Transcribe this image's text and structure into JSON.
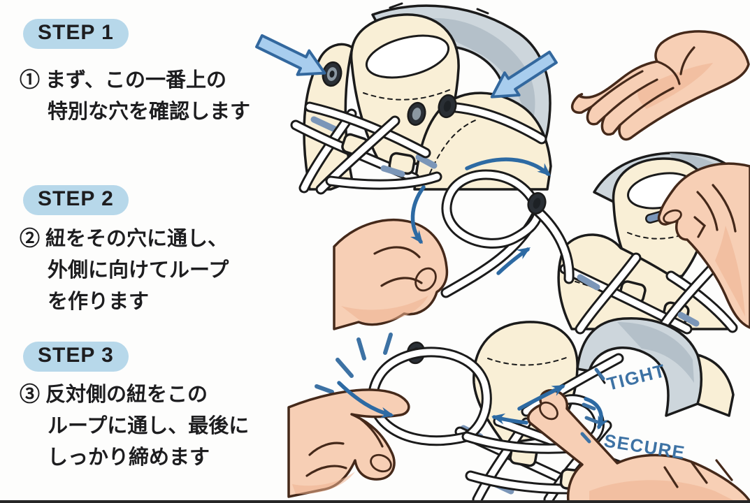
{
  "steps": [
    {
      "badge": "STEP 1",
      "lines": [
        "① まず、この一番上の",
        "特別な穴を確認します"
      ]
    },
    {
      "badge": "STEP 2",
      "lines": [
        "② 紐をその穴に通し、",
        "外側に向けてループ",
        "を作ります"
      ]
    },
    {
      "badge": "STEP 3",
      "lines": [
        "③ 反対側の紐をこの",
        "ループに通し、最後に",
        "しっかり締めます"
      ]
    }
  ],
  "labels": {
    "tight": "TIGHT",
    "secure": "SECURE"
  },
  "colors": {
    "bg": "#fdfdfc",
    "badge_bg": "#b7d8ea",
    "ink": "#1d1d1f",
    "arrow_fill": "#a8cdee",
    "arrow_stroke": "#33689e",
    "flow_blue": "#2d6aa3",
    "shoe_cream": "#f9efd6",
    "shoe_shade": "#f0e2bd",
    "collar": "#cdd6dc",
    "collar_shade": "#afbcc6",
    "lace_blue": "#7b96b8",
    "outline": "#1b1b1b",
    "skin": "#f7cfb5",
    "skin_shade": "#efb28f",
    "skin_outline": "#45291a",
    "note_blue": "#3d72a4",
    "bar": "#262626"
  }
}
